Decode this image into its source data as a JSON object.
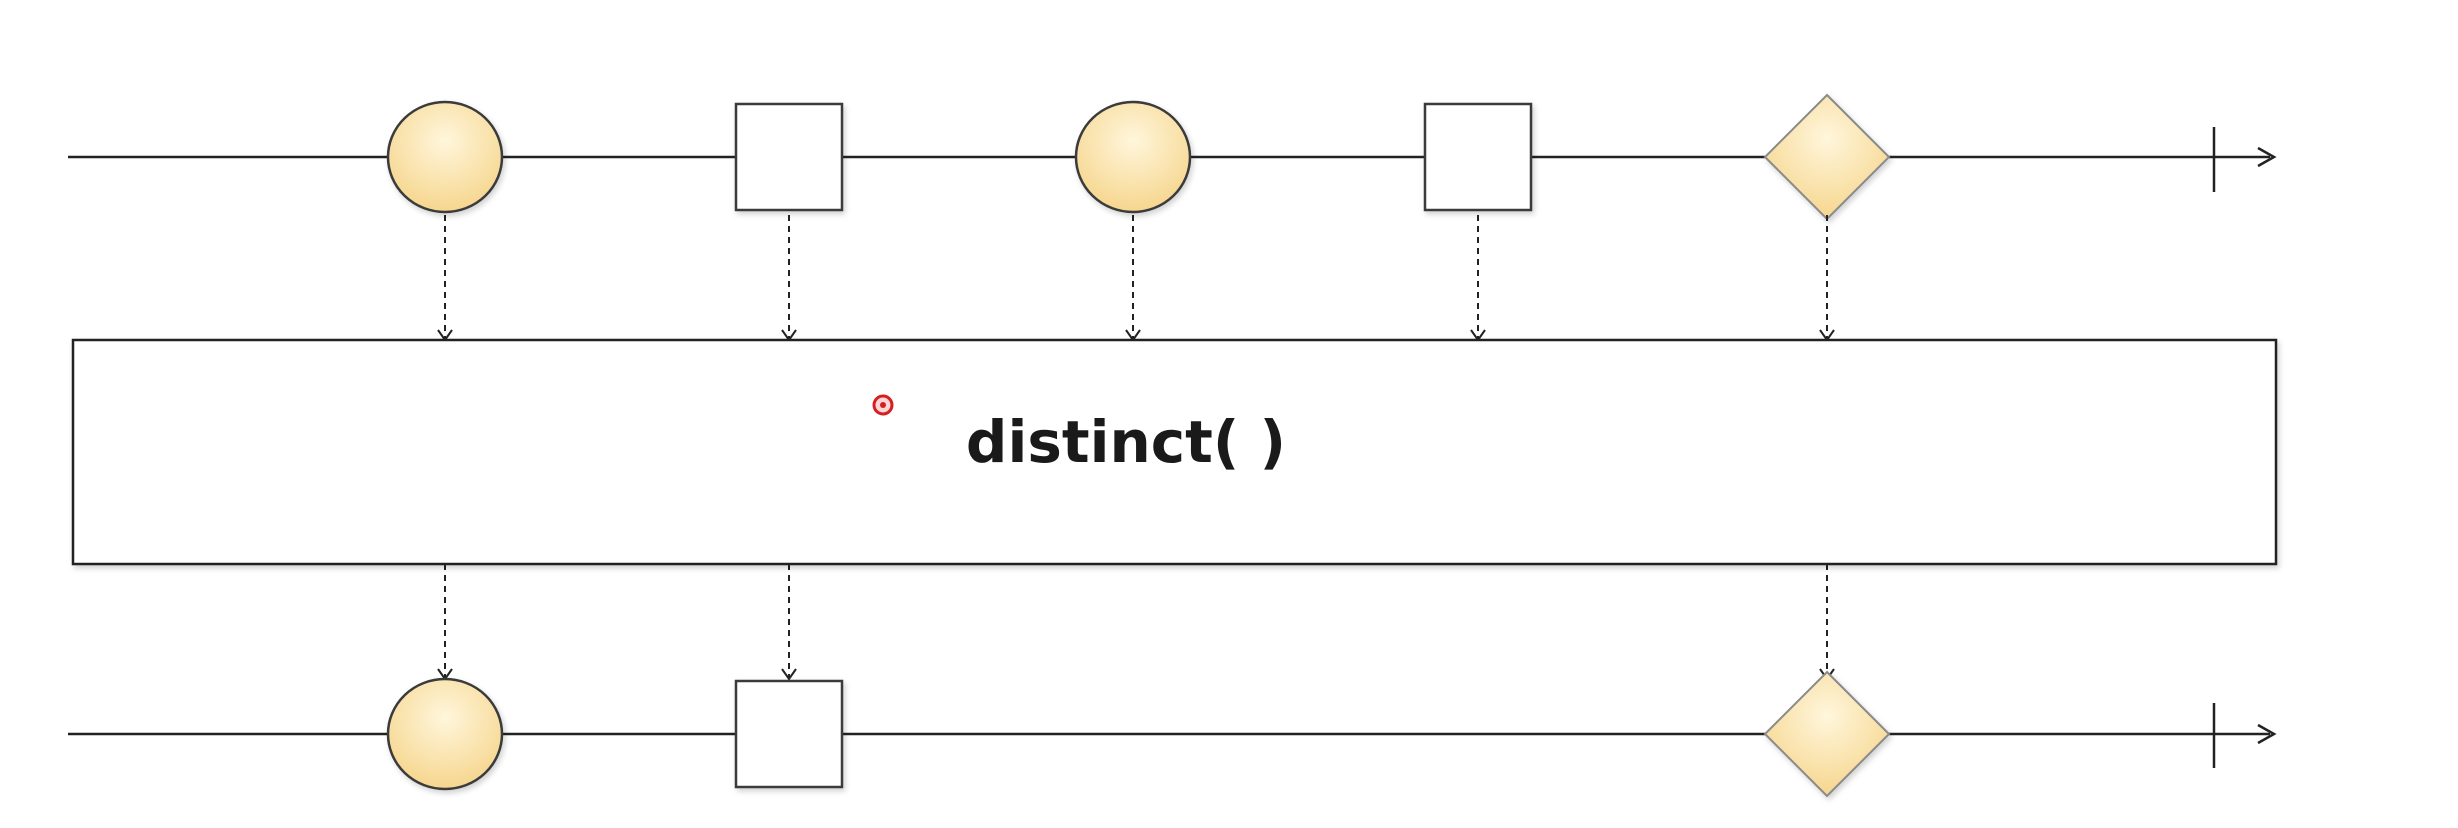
{
  "operator": {
    "label": "distinct( )"
  },
  "input_stream": {
    "items": [
      "circle",
      "square",
      "circle",
      "square",
      "diamond"
    ],
    "completed": true
  },
  "output_stream": {
    "items": [
      "circle",
      "square",
      "diamond"
    ],
    "completed": true
  },
  "colors": {
    "item_fill_light": "#fff6dc",
    "item_fill_dark": "#f6d68e",
    "item_stroke": "#3a3a3a",
    "line": "#222222",
    "pointer": "#d42020"
  }
}
